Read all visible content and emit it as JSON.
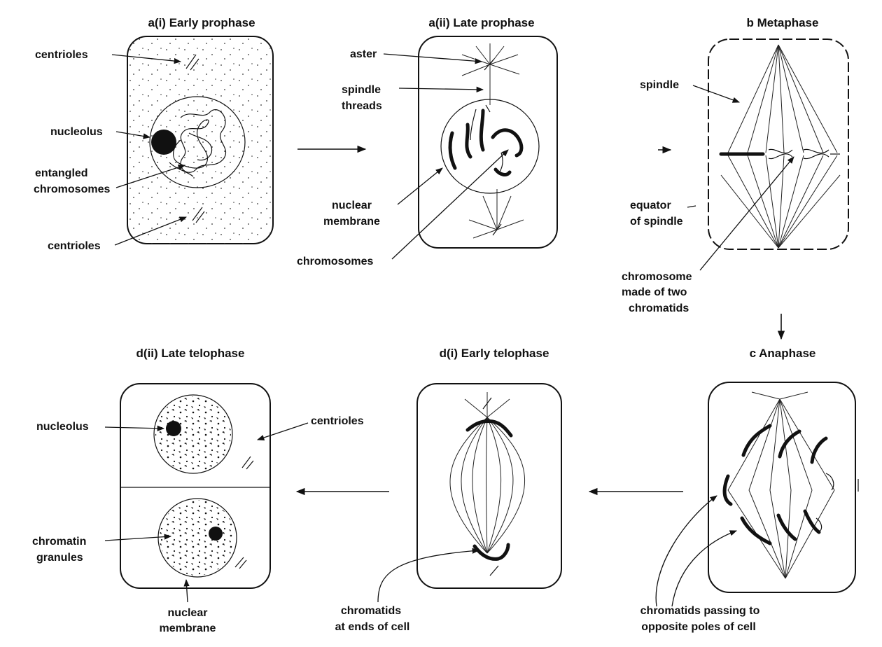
{
  "stages": {
    "early_prophase": {
      "title": "a(i) Early prophase",
      "labels": {
        "centrioles_top": "centrioles",
        "nucleolus": "nucleolus",
        "entangled_line1": "entangled",
        "entangled_line2": "chromosomes",
        "centrioles_bottom": "centrioles"
      }
    },
    "late_prophase": {
      "title": "a(ii) Late prophase",
      "labels": {
        "aster": "aster",
        "spindle_line1": "spindle",
        "spindle_line2": "threads",
        "nuclear_line1": "nuclear",
        "nuclear_line2": "membrane",
        "chromosomes": "chromosomes"
      }
    },
    "metaphase": {
      "title": "b  Metaphase",
      "labels": {
        "spindle": "spindle",
        "equator_line1": "equator",
        "equator_line2": "of spindle",
        "chromosome_line1": "chromosome",
        "chromosome_line2": "made of two",
        "chromosome_line3": "chromatids"
      }
    },
    "anaphase": {
      "title": "c  Anaphase",
      "labels": {
        "passing_line1": "chromatids passing to",
        "passing_line2": "opposite poles of cell"
      }
    },
    "early_telophase": {
      "title": "d(i) Early telophase",
      "labels": {
        "chromatids_line1": "chromatids",
        "chromatids_line2": "at ends of cell"
      }
    },
    "late_telophase": {
      "title": "d(ii) Late telophase",
      "labels": {
        "nucleolus": "nucleolus",
        "centrioles": "centrioles",
        "chromatin_line1": "chromatin",
        "chromatin_line2": "granules",
        "nuclear_line1": "nuclear",
        "nuclear_line2": "membrane"
      }
    }
  }
}
